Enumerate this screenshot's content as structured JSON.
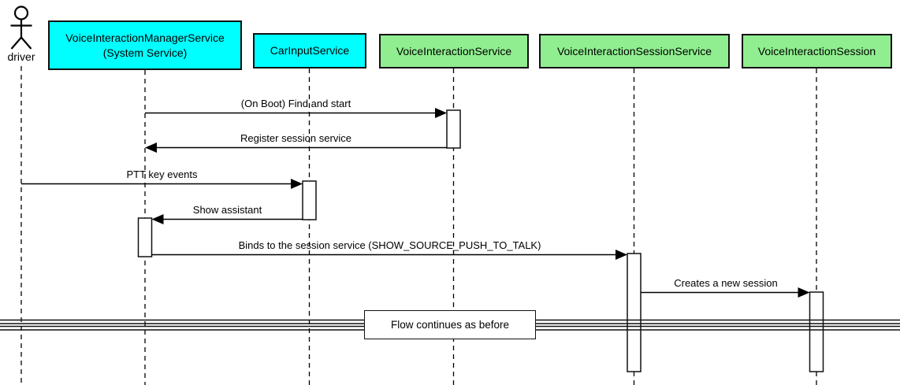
{
  "diagram": {
    "type": "uml-sequence-diagram",
    "actor": {
      "name": "driver"
    },
    "participants": [
      {
        "label_line1": "VoiceInteractionManagerService",
        "label_line2": "(System Service)",
        "fill": "#00FFFF"
      },
      {
        "label": "CarInputService",
        "fill": "#00FFFF"
      },
      {
        "label": "VoiceInteractionService",
        "fill": "#90EE90"
      },
      {
        "label": "VoiceInteractionSessionService",
        "fill": "#90EE90"
      },
      {
        "label": "VoiceInteractionSession",
        "fill": "#90EE90"
      }
    ],
    "messages": [
      {
        "from": "VoiceInteractionManagerService",
        "to": "VoiceInteractionService",
        "label": "(On Boot) Find and start"
      },
      {
        "from": "VoiceInteractionService",
        "to": "VoiceInteractionManagerService",
        "label": "Register session service"
      },
      {
        "from": "driver",
        "to": "CarInputService",
        "label": "PTT key events"
      },
      {
        "from": "CarInputService",
        "to": "VoiceInteractionManagerService",
        "label": "Show assistant"
      },
      {
        "from": "VoiceInteractionManagerService",
        "to": "VoiceInteractionSessionService",
        "label": "Binds to the session service (SHOW_SOURCE_PUSH_TO_TALK)"
      },
      {
        "from": "VoiceInteractionSessionService",
        "to": "VoiceInteractionSession",
        "label": "Creates a new session"
      }
    ],
    "divider": {
      "label": "Flow continues as before"
    },
    "colors": {
      "participant_cyan": "#00FFFF",
      "participant_green": "#90EE90",
      "line": "#000000",
      "background": "#FFFFFF",
      "activation_fill": "#FFFFFF"
    }
  }
}
